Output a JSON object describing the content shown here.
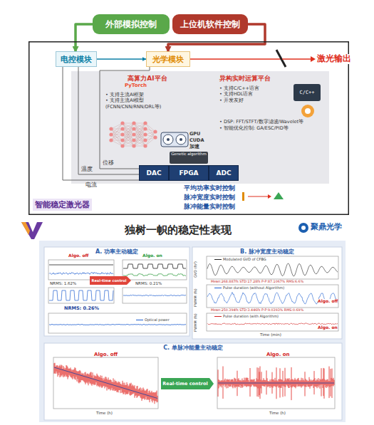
{
  "diagram": {
    "title": "独树一帜的稳定性表现",
    "nodes": [
      {
        "text": [
          "外部模拟控制"
        ]
      },
      {
        "text": [
          "上位机软件控制"
        ]
      },
      {
        "text": [
          "智能稳定激光器"
        ]
      },
      {
        "text": [
          "电控模块"
        ],
        "in": 2
      },
      {
        "text": [
          "光学模块"
        ],
        "in": 2
      },
      {
        "text": [
          "高算力AI平台",
          "• 支持主流AI框架",
          "• 支持主流AI模型(FCNN/CNN/RNN/DRL等)"
        ],
        "in": 2
      },
      {
        "text": [
          "异构实时运算平台",
          "• 支持C/C++语言",
          "• 支持HDL语言",
          "• 开发友好",
          "• DSP: FFT/STFT/数字滤波/Wavelet等",
          "• 智能优化控制: GA/ESC/PID等"
        ],
        "in": 2
      },
      {
        "text": [
          "C/C++"
        ],
        "in": 6
      },
      {
        "text": [
          "DAC"
        ],
        "in": 2
      },
      {
        "text": [
          "FPGA"
        ],
        "in": 2
      },
      {
        "text": [
          "ADC"
        ],
        "in": 2
      },
      {
        "text": [
          "A. 功率主动稳定"
        ]
      },
      {
        "text": [
          "Real-time control"
        ],
        "in": 11
      },
      {
        "text": [
          "B. 脉冲宽度主动稳定"
        ]
      },
      {
        "text": [
          "C. 单脉冲能量主动稳定"
        ]
      },
      {
        "text": [
          "Real-time control"
        ],
        "in": 14
      }
    ],
    "edges": [
      {
        "from": 0,
        "to": 3,
        "arrow": "to"
      },
      {
        "from": 1,
        "to": 4,
        "arrow": "to"
      },
      {
        "from": 3,
        "to": 4,
        "arrow": "to"
      },
      {
        "from": 4,
        "to": 8,
        "label": "位移",
        "arrow": "none"
      },
      {
        "from": 3,
        "to": 8,
        "label": "温度",
        "arrow": "none"
      },
      {
        "from": 3,
        "to": 8,
        "label": "电流",
        "arrow": "none"
      }
    ],
    "labels": [
      "PyTorch",
      "GPU",
      "CUDA",
      "加速",
      "Genetic algorithm",
      "激光输出",
      "平均功率实时控制",
      "脉冲宽度实时控制",
      "脉冲能量实时控制",
      "聚鼎光学",
      "Algo. off",
      "Algo. on",
      "NRMS: 1.62%",
      "NRMS: 0.21%",
      "NRMS: 0.26%",
      "GVD (fs²)",
      "FWHM (fs)",
      "FWHM (fs)",
      "Mean:268.887fs STD:17.28fs P-P:87.1067% RMS:6.6%",
      "Algo. off",
      "Mean:250.394fs STD:3.446fs P-P:9.0393% RMS:0.69%",
      "Algo. on",
      "Time (min)",
      "Algo. off",
      "Algo. on",
      "Time (h)",
      "Time (h)"
    ],
    "legend": [
      {
        "text": "Optical power"
      },
      {
        "text": "Modulated GVD of CFBG"
      },
      {
        "text": "Pulse duration (without Algorithm)"
      },
      {
        "text": "Pulse duration (with Algorithm)"
      }
    ]
  }
}
